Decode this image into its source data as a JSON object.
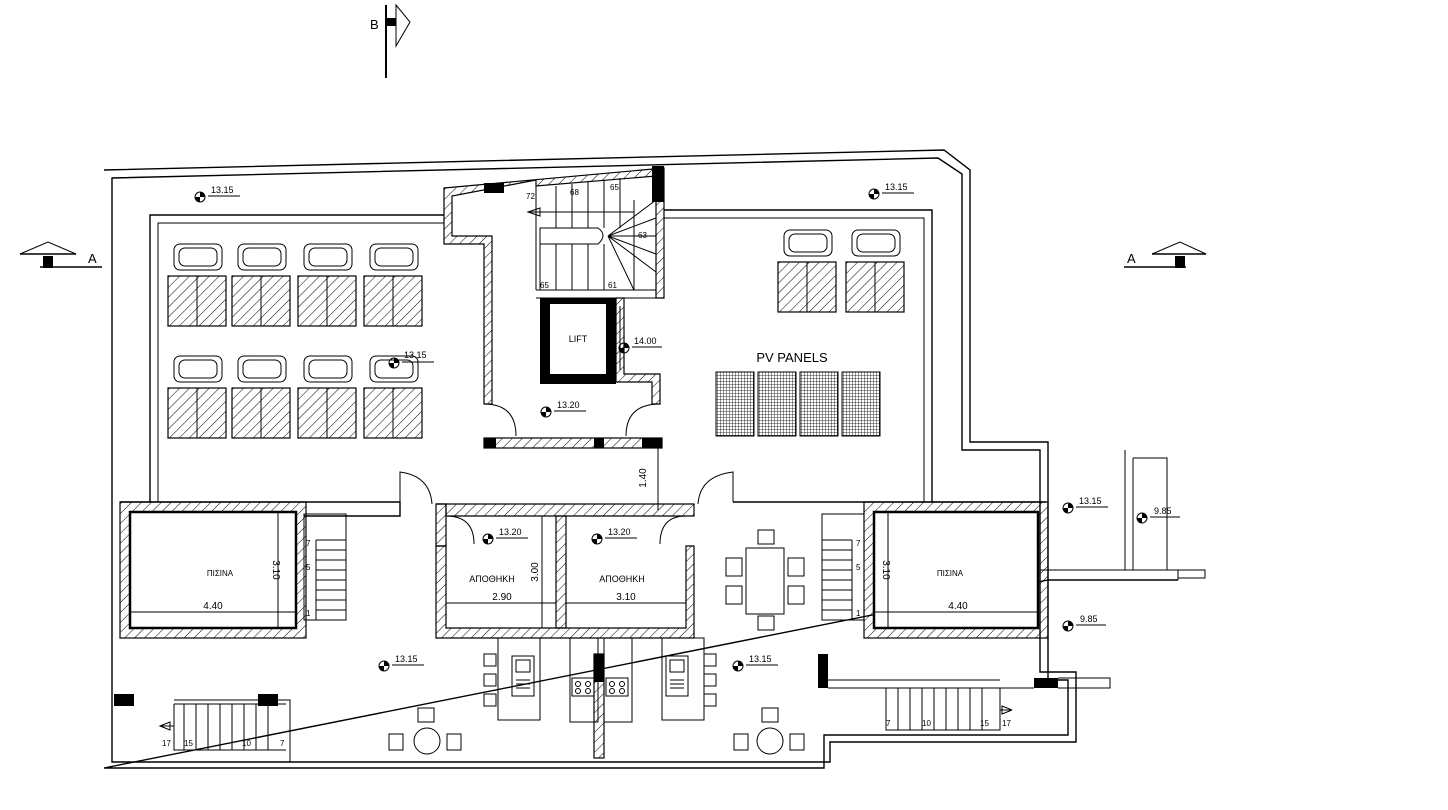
{
  "section_markers": {
    "a_left": "A",
    "a_right": "A",
    "b_top": "B"
  },
  "levels": {
    "top_left": "13.15",
    "top_right": "13.15",
    "center_left_panels": "13.15",
    "stair_hall": "13.20",
    "lift_side": "14.00",
    "storage_1": "13.20",
    "storage_2": "13.20",
    "terrace_left": "13.15",
    "terrace_right": "13.15",
    "east_balcony": "13.15",
    "east_lower_1": "9.85",
    "east_lower_2": "9.85"
  },
  "rooms": {
    "lift": "LIFT",
    "pv_panels": "PV PANELS",
    "pool_left": "ΠΙΣΙΝΑ",
    "pool_right": "ΠΙΣΙΝΑ",
    "storage_left": "ΑΠΟΘΗΚΗ",
    "storage_right": "ΑΠΟΘΗΚΗ"
  },
  "dimensions": {
    "pool_left_width": "4.40",
    "pool_left_depth": "3.10",
    "pool_right_width": "4.40",
    "pool_right_depth": "3.10",
    "storage_left_width": "2.90",
    "storage_right_width": "3.10",
    "storage_depth": "3.00",
    "corridor": "1.40"
  },
  "stair_numbers": {
    "main": [
      "72",
      "68",
      "65",
      "63",
      "65",
      "61"
    ],
    "pool_left": [
      "7",
      "5",
      "1"
    ],
    "pool_right": [
      "7",
      "5",
      "1"
    ],
    "bottom_left": [
      "17",
      "15",
      "10",
      "7"
    ],
    "bottom_right": [
      "7",
      "10",
      "15",
      "17"
    ]
  }
}
